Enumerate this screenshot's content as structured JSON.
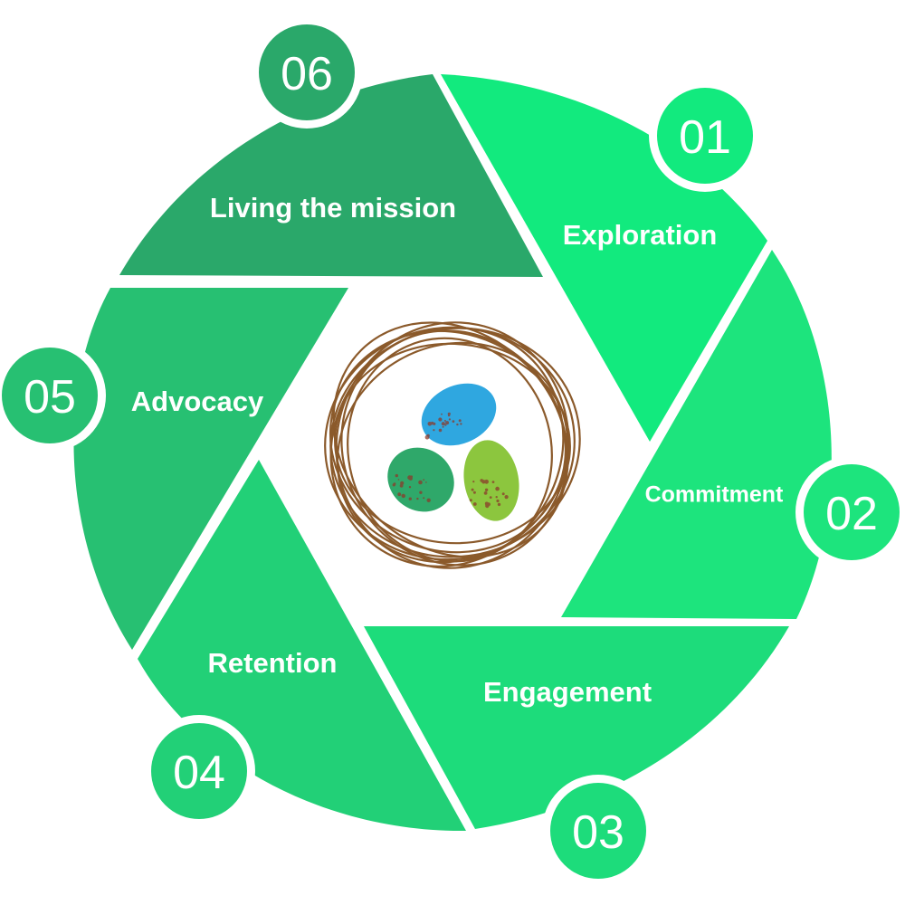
{
  "stages": [
    {
      "number": "01",
      "label": "Exploration",
      "color": "#12ea7e"
    },
    {
      "number": "02",
      "label": "Commitment",
      "color": "#1de47d"
    },
    {
      "number": "03",
      "label": "Engagement",
      "color": "#1ddc7b"
    },
    {
      "number": "04",
      "label": "Retention",
      "color": "#22d077"
    },
    {
      "number": "05",
      "label": "Advocacy",
      "color": "#27c072"
    },
    {
      "number": "06",
      "label": "Living the mission",
      "color": "#2aa86a"
    }
  ],
  "center_icon": "nest-with-eggs-icon",
  "egg_colors": [
    "#2fa7e0",
    "#2fa86a",
    "#8cc63e"
  ],
  "nest_color": "#8b5a2b"
}
